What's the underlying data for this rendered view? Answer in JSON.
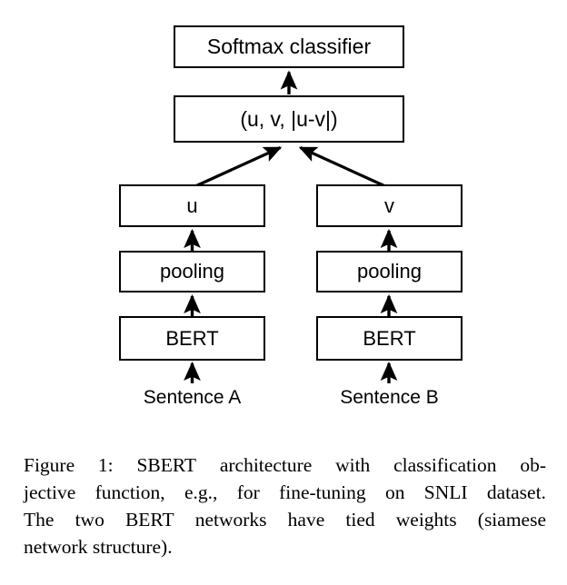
{
  "figure": {
    "background_color": "#ffffff",
    "stroke_color": "#000000",
    "diagram_type": "flowchart",
    "nodes": {
      "softmax": "Softmax classifier",
      "concat": "(u, v, |u-v|)",
      "u": "u",
      "v": "v",
      "pooling_left": "pooling",
      "pooling_right": "pooling",
      "bert_left": "BERT",
      "bert_right": "BERT",
      "sentence_a": "Sentence A",
      "sentence_b": "Sentence B"
    },
    "caption": {
      "line1": "Figure 1:  SBERT architecture with classification ob-",
      "line2": "jective function, e.g., for fine-tuning on SNLI dataset.",
      "line3": "The two BERT networks have tied weights (siamese",
      "line4": "network structure).",
      "l1w": [
        "Figure",
        "1:",
        "SBERT",
        "architecture",
        "with",
        "classification",
        "ob-"
      ],
      "l2w": [
        "jective",
        "function,",
        "e.g.,",
        "for",
        "fine-tuning",
        "on",
        "SNLI",
        "dataset."
      ],
      "l3w": [
        "The",
        "two",
        "BERT",
        "networks",
        "have",
        "tied",
        "weights",
        "(siamese"
      ],
      "l4w": [
        "network",
        "structure)."
      ]
    }
  }
}
